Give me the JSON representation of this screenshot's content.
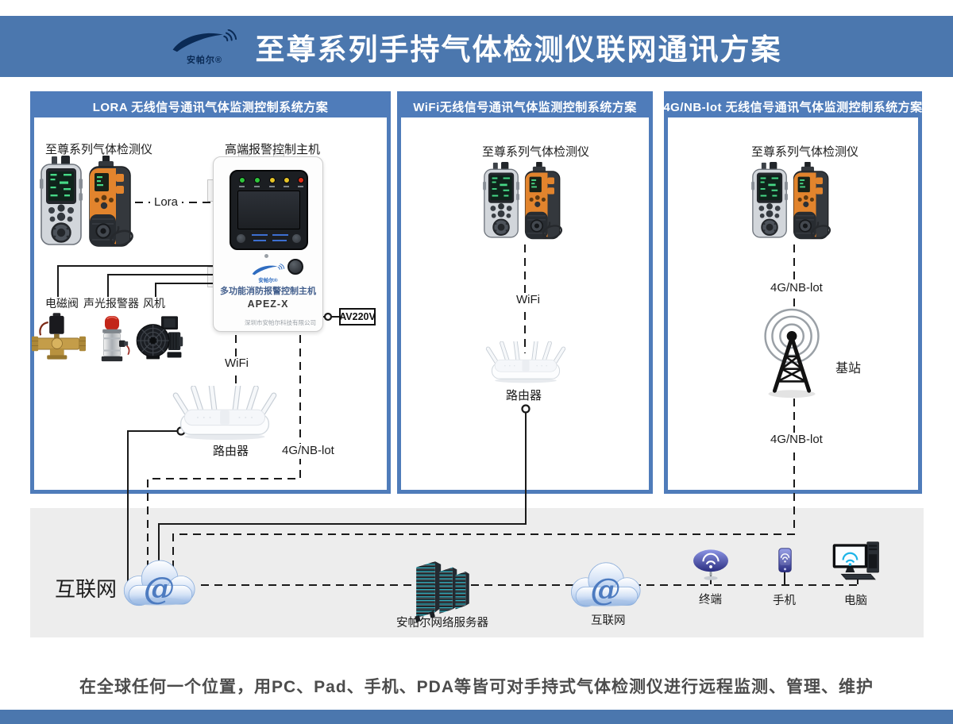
{
  "header": {
    "logo_text": "安帕尔®",
    "title": "至尊系列手持气体检测仪联网通讯方案"
  },
  "panels": [
    {
      "title": "LORA 无线信号通讯气体监测控制系统方案",
      "detector_label": "至尊系列气体检测仪",
      "host_label": "高端报警控制主机",
      "link_label": "Lora",
      "valve_label": "电磁阀",
      "alarm_label": "声光报警器",
      "fan_label": "风机",
      "wifi_label": "WiFi",
      "router_label": "路由器",
      "nb_label": "4G/NB-lot",
      "host": {
        "logo_text": "安帕尔®",
        "name": "多功能消防报警控制主机",
        "model": "APEZ-X",
        "company": "深圳市安帕尔科技有限公司",
        "power_label": "AV220V"
      }
    },
    {
      "title": "WiFi无线信号通讯气体监测控制系统方案",
      "detector_label": "至尊系列气体检测仪",
      "wifi_label": "WiFi",
      "router_label": "路由器"
    },
    {
      "title": "4G/NB-lot 无线信号通讯气体监测控制系统方案",
      "detector_label": "至尊系列气体检测仪",
      "nb_label_top": "4G/NB-lot",
      "station_label": "基站",
      "nb_label_bottom": "4G/NB-lot"
    }
  ],
  "bottom": {
    "internet_label": "互联网",
    "server_label": "安帕尔网络服务器",
    "cloud_label": "互联网",
    "terminal_label": "终端",
    "phone_label": "手机",
    "computer_label": "电脑"
  },
  "footer": {
    "caption": "在全球任何一个位置，用PC、Pad、手机、PDA等皆可对手持式气体检测仪进行远程监测、管理、维护"
  },
  "colors": {
    "header_blue": "#4b77ae",
    "panel_border_blue": "#4f7cba",
    "gray_section": "#ededed",
    "wire_black": "#1a1a1a",
    "detector_orange": "#e2842d",
    "cloud_blue": "#8fb2e2",
    "logo_navy": "#0a2a55",
    "wifi_cyan": "#1db4e8"
  },
  "icons": {
    "logo-swoosh-icon": "brand swoosh with signal arcs",
    "gas-detectors-icon": "pair of handheld gas detectors",
    "router-icon": "wireless router with antennas",
    "solenoid-valve-icon": "brass solenoid valve",
    "sound-light-alarm-icon": "red beacon alarm",
    "fan-blower-icon": "black centrifugal fan",
    "base-station-tower-icon": "radio mast with waves",
    "cloud-internet-icon": "cloud with @ sign",
    "server-rack-icon": "network server racks",
    "terminal-icon": "wifi terminal device",
    "phone-icon": "smartphone with wifi",
    "computer-icon": "desktop pc with wifi screen"
  }
}
